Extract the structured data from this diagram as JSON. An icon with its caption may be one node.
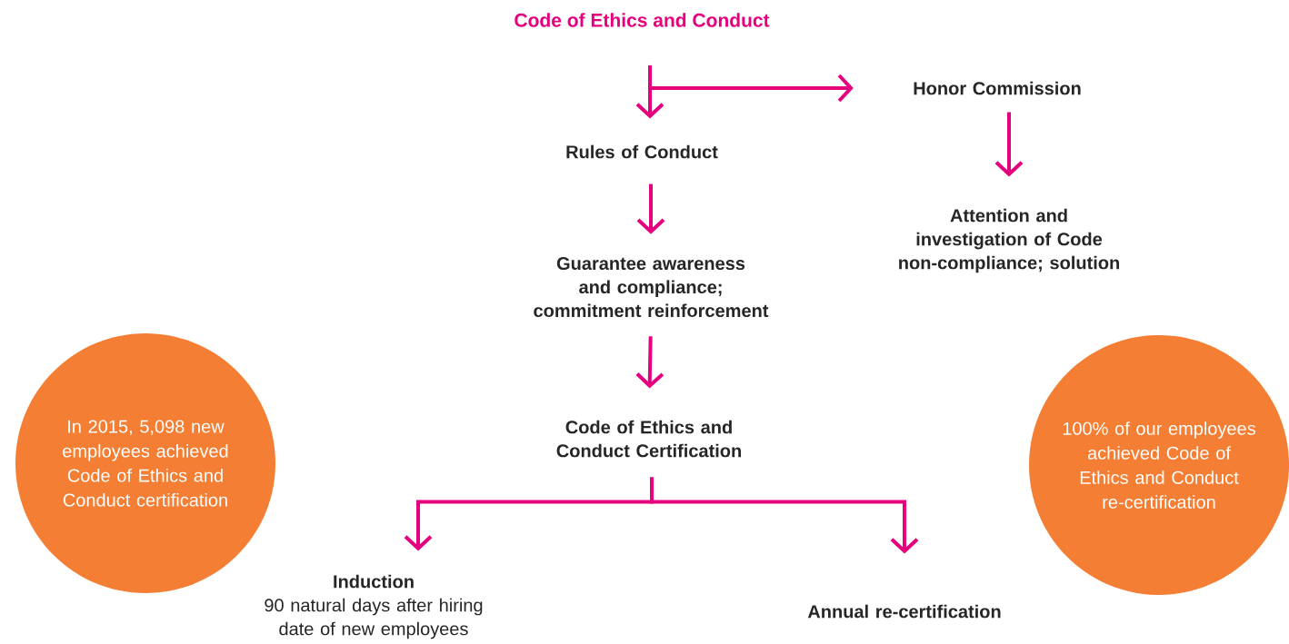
{
  "diagram": {
    "nodes": [
      {
        "text": [
          "Code of Ethics and Conduct"
        ]
      },
      {
        "text": [
          "Honor Commission"
        ]
      },
      {
        "text": [
          "Rules of Conduct"
        ]
      },
      {
        "text": [
          "Attention and investigation of Code non-compliance; solution"
        ]
      },
      {
        "text": [
          "Guarantee awareness and compliance; commitment reinforcement"
        ]
      },
      {
        "text": [
          "Code of Ethics and Conduct Certification"
        ]
      },
      {
        "text": [
          "Induction",
          "90 natural days after hiring date of new employees"
        ]
      },
      {
        "text": [
          "Annual re-certification"
        ]
      },
      {
        "text": [
          "In 2015, 5,098 new employees achieved Code of Ethics and Conduct certification"
        ]
      },
      {
        "text": [
          "100% of our employees achieved Code of Ethics and Conduct re-certification"
        ]
      }
    ],
    "edges": [
      {
        "from": 0,
        "to": 2,
        "arrow": "to"
      },
      {
        "from": 0,
        "to": 1,
        "arrow": "to"
      },
      {
        "from": 1,
        "to": 3,
        "arrow": "to"
      },
      {
        "from": 2,
        "to": 4,
        "arrow": "to"
      },
      {
        "from": 4,
        "to": 5,
        "arrow": "to"
      },
      {
        "from": 5,
        "to": 6,
        "arrow": "to"
      },
      {
        "from": 5,
        "to": 7,
        "arrow": "to"
      }
    ]
  }
}
